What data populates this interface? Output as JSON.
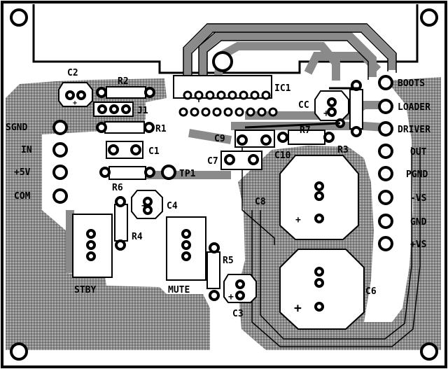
{
  "colors": {
    "copper": "#8a8a8a",
    "hatch": "#ffffff",
    "ink": "#111111",
    "paper": "#ffffff"
  },
  "labels": {
    "c2": "C2",
    "r2": "R2",
    "ic1": "IC1",
    "j1": "J1",
    "r1": "R1",
    "c1": "C1",
    "tp1": "TP1",
    "r6": "R6",
    "c4": "C4",
    "r4": "R4",
    "stby": "STBY",
    "mute": "MUTE",
    "r5": "R5",
    "c3": "C3",
    "c9": "C9",
    "c7": "C7",
    "c10": "C10",
    "r7": "R7",
    "r3": "R3",
    "cc": "CC",
    "c8": "C8",
    "c6": "C6",
    "plus_c8": "+",
    "plus_c6": "+",
    "plus_c3": "+",
    "plus_c4": "+",
    "plus_c2": "+",
    "plus_cc": "+",
    "sgnd": "SGND",
    "in": "IN",
    "plus5v": "+5V",
    "com": "COM",
    "boots": "BOOTS",
    "loader": "LOADER",
    "driver": "DRIVER",
    "out": "OUT",
    "pgnd": "PGND",
    "minus_vs": "-VS",
    "gnd": "GND",
    "plus_vs": "+VS"
  }
}
